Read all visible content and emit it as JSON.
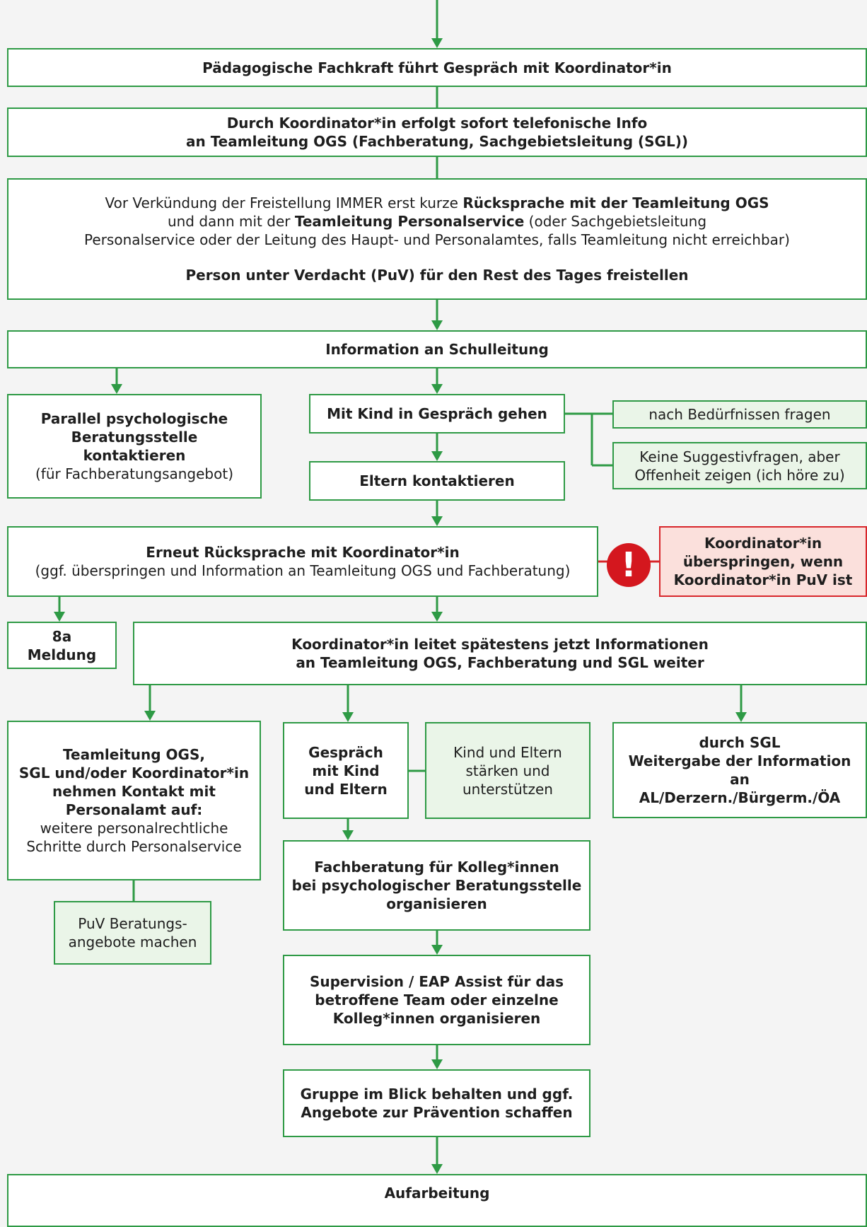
{
  "colors": {
    "line": "#2e9a45",
    "box_border": "#2e9a45",
    "soft_fill": "#eaf5e8",
    "warn_fill": "#fbe0dc",
    "warn_border": "#d8262b",
    "warn_icon": "#d4171e",
    "background": "#f4f4f4"
  },
  "warn_icon": {
    "symbol": "!",
    "icon": "exclamation-icon"
  },
  "steps": {
    "gespraech_koordinator": "Pädagogische Fachkraft führt Gespräch mit Koordinator*in",
    "telefon_info": {
      "l1": "Durch Koordinator*in erfolgt sofort telefonische Info",
      "l2": "an Teamleitung OGS (Fachberatung, Sachgebietsleitung (SGL))"
    },
    "freistellung": {
      "l1a": "Vor Verkündung der Freistellung IMMER erst kurze ",
      "l1b": "Rücksprache mit der Teamleitung OGS",
      "l2a": "und dann mit der ",
      "l2b": "Teamleitung Personalservice",
      "l2c": " (oder Sachgebietsleitung",
      "l3": "Personalservice oder der Leitung des Haupt- und Personalamtes, falls Teamleitung nicht erreichbar)",
      "l4": "Person unter Verdacht (PuV) für den Rest des Tages freistellen"
    },
    "schulleitung": "Information an Schulleitung",
    "beratungsstelle": {
      "l1": "Parallel psychologische",
      "l2": "Beratungsstelle",
      "l3": "kontaktieren",
      "l4": "(für Fachberatungsangebot)"
    },
    "kind_gespraech": "Mit Kind in Gespräch gehen",
    "beduerfnisse": "nach Bedürfnissen fragen",
    "suggestiv": {
      "l1": "Keine Suggestivfragen, aber",
      "l2": "Offenheit zeigen (ich höre zu)"
    },
    "eltern": "Eltern kontaktieren",
    "erneut": {
      "l1": "Erneut Rücksprache mit Koordinator*in",
      "l2": "(ggf. überspringen und Information an Teamleitung OGS und Fachberatung)"
    },
    "warnung": {
      "l1": "Koordinator*in",
      "l2": "überspringen, wenn",
      "l3": "Koordinator*in PuV ist"
    },
    "meldung": {
      "l1": "8a",
      "l2": "Meldung"
    },
    "weiterleitung": {
      "l1": "Koordinator*in leitet spätestens jetzt Informationen",
      "l2": "an Teamleitung OGS, Fachberatung und SGL weiter"
    },
    "personalamt": {
      "l1": "Teamleitung OGS,",
      "l2": "SGL und/oder Koordinator*in",
      "l3": "nehmen Kontakt mit",
      "l4": "Personalamt auf:",
      "l5": "weitere personalrechtliche",
      "l6": "Schritte durch Personalservice"
    },
    "gespraech_eltern": {
      "l1": "Gespräch",
      "l2": "mit Kind",
      "l3": "und Eltern"
    },
    "staerken": {
      "l1": "Kind und Eltern",
      "l2": "stärken und",
      "l3": "unterstützen"
    },
    "sgl": {
      "l1": "durch SGL",
      "l2": "Weitergabe der Information an",
      "l3": "AL/Derzern./Bürgerm./ÖA"
    },
    "puv_beratung": {
      "l1": "PuV Beratungs-",
      "l2": "angebote machen"
    },
    "fachberatung_kollegen": {
      "l1": "Fachberatung für Kolleg*innen",
      "l2": "bei psychologischer Beratungsstelle",
      "l3": "organisieren"
    },
    "supervision": {
      "l1": "Supervision / EAP Assist für das",
      "l2": "betroffene Team oder einzelne",
      "l3": "Kolleg*innen organisieren"
    },
    "gruppe": {
      "l1": "Gruppe im Blick behalten und ggf.",
      "l2": "Angebote zur Prävention schaffen"
    },
    "aufarbeitung": "Aufarbeitung"
  }
}
